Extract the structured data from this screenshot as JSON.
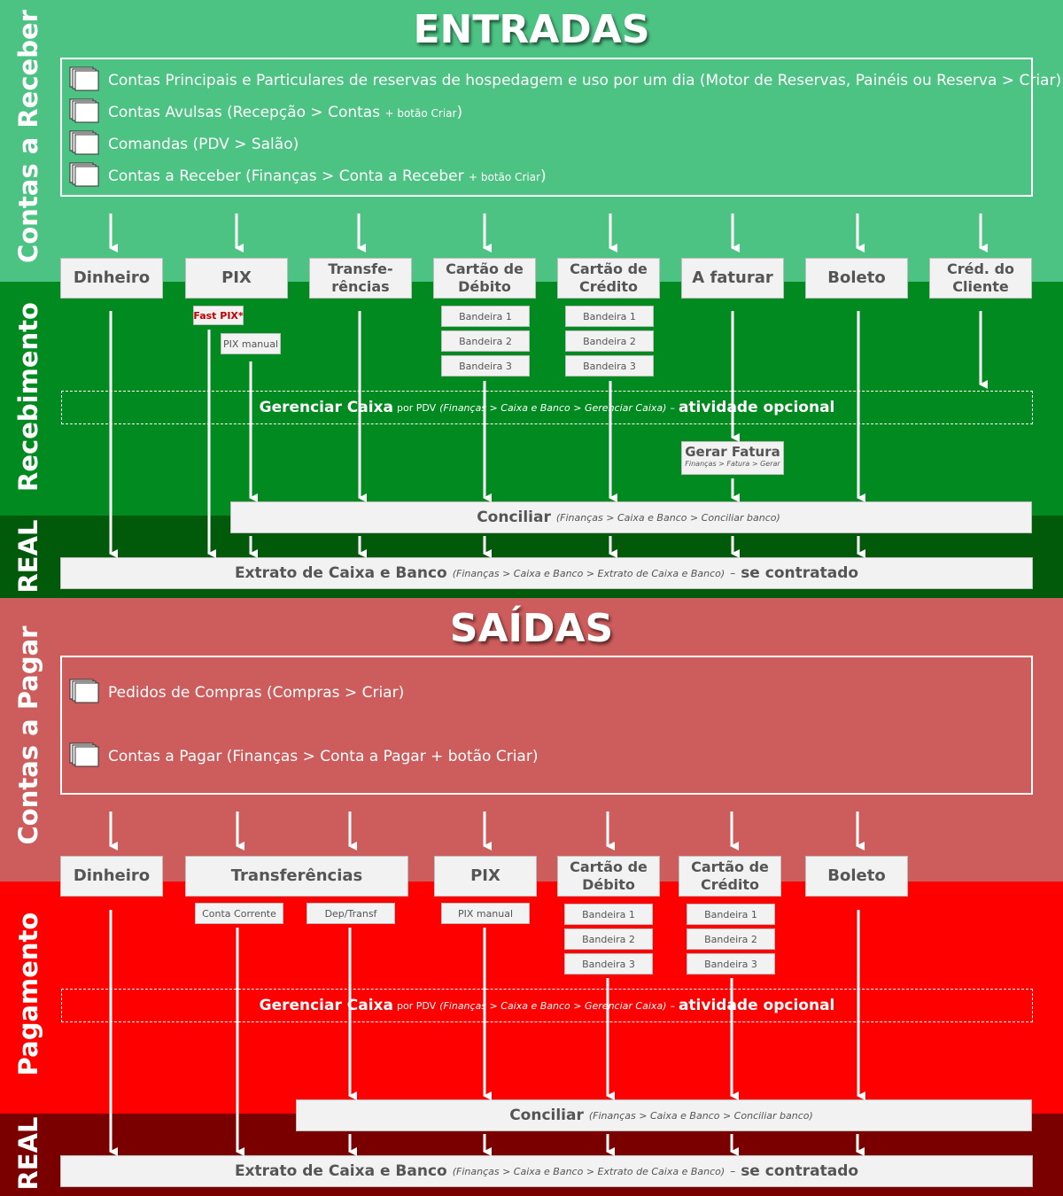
{
  "colors": {
    "contas_receber": "#4cc283",
    "recebimento": "#008a1f",
    "real_entradas": "#005a0a",
    "contas_pagar": "#cd5c5c",
    "pagamento": "#ff0000",
    "real_saidas": "#7a0000"
  },
  "entradas": {
    "title": "ENTRADAS",
    "side_labels": {
      "contas": "Contas a Receber",
      "recebimento": "Recebimento",
      "real": "REAL"
    },
    "list": [
      {
        "text": "Contas Principais e Particulares de reservas de hospedagem e uso por um dia (Motor de Reservas, Painéis ou Reserva > Criar)",
        "small": ""
      },
      {
        "text": "Contas Avulsas (Recepção > Contas ",
        "small": "+ botão Criar",
        "tail": ")"
      },
      {
        "text": "Comandas (PDV > Salão)",
        "small": ""
      },
      {
        "text": "Contas a Receber (Finanças > Conta a Receber ",
        "small": "+ botão Criar",
        "tail": ")"
      }
    ],
    "methods": [
      "Dinheiro",
      "PIX",
      "Transfe-\nrências",
      "Cartão de\nDébito",
      "Cartão de\nCrédito",
      "A faturar",
      "Boleto",
      "Créd. do\nCliente"
    ],
    "fast_pix": "Fast PIX*",
    "pix_manual": "PIX manual",
    "bandeiras": [
      "Bandeira 1",
      "Bandeira 2",
      "Bandeira 3"
    ],
    "gerenciar": {
      "bold": "Gerenciar Caixa",
      "small": "por PDV",
      "path": "(Finanças > Caixa e Banco > Gerenciar Caixa)",
      "dash": "–",
      "tail": "atividade opcional"
    },
    "gerar_fatura": {
      "title": "Gerar Fatura",
      "path": "Finanças > Fatura > Gerar"
    },
    "conciliar": {
      "bold": "Conciliar",
      "path": "(Finanças > Caixa e Banco > Conciliar banco)"
    },
    "extrato": {
      "bold": "Extrato de Caixa e Banco",
      "path": "(Finanças > Caixa e Banco > Extrato de Caixa e Banco)",
      "dash": "–",
      "tail": "se contratado"
    }
  },
  "saidas": {
    "title": "SAÍDAS",
    "side_labels": {
      "contas": "Contas a Pagar",
      "pagamento": "Pagamento",
      "real": "REAL"
    },
    "list": [
      {
        "text": "Pedidos de Compras (Compras > Criar)"
      },
      {
        "text": "Contas a Pagar (Finanças > Conta a Pagar + botão Criar)"
      }
    ],
    "methods": [
      "Dinheiro",
      "Transferências",
      "PIX",
      "Cartão de\nDébito",
      "Cartão de\nCrédito",
      "Boleto"
    ],
    "conta_corrente": "Conta Corrente",
    "dep_transf": "Dep/Transf",
    "pix_manual": "PIX manual",
    "bandeiras": [
      "Bandeira 1",
      "Bandeira 2",
      "Bandeira 3"
    ],
    "gerenciar": {
      "bold": "Gerenciar Caixa",
      "small": "por PDV",
      "path": "(Finanças > Caixa e Banco > Gerenciar Caixa)",
      "dash": "–",
      "tail": "atividade opcional"
    },
    "conciliar": {
      "bold": "Conciliar",
      "path": "(Finanças > Caixa e Banco > Conciliar banco)"
    },
    "extrato": {
      "bold": "Extrato de Caixa e Banco",
      "path": "(Finanças > Caixa e Banco > Extrato de Caixa e Banco)",
      "dash": "–",
      "tail": "se contratado"
    }
  }
}
